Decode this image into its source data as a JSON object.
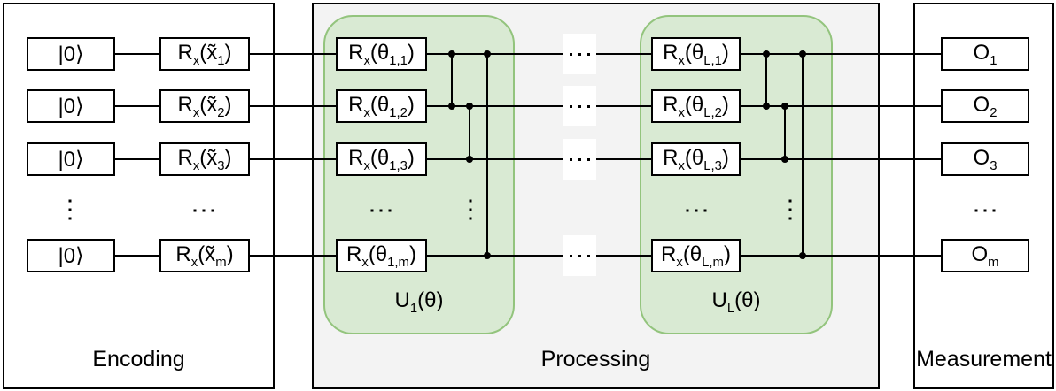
{
  "sections": {
    "encoding": {
      "label": "Encoding"
    },
    "processing": {
      "label": "Processing"
    },
    "measurement": {
      "label": "Measurement"
    }
  },
  "layers": {
    "u1": {
      "label": [
        {
          "t": "U"
        },
        {
          "t": "1",
          "sub": true
        },
        {
          "t": "(θ)"
        }
      ]
    },
    "uL": {
      "label": [
        {
          "t": "U"
        },
        {
          "t": "L",
          "sub": true
        },
        {
          "t": "(θ)"
        }
      ]
    }
  },
  "wires": [
    {
      "ket": "|0⟩",
      "enc_gate": [
        {
          "t": "R"
        },
        {
          "t": "x",
          "sub": true
        },
        {
          "t": "(x̃"
        },
        {
          "t": "1",
          "sub": true
        },
        {
          "t": ")"
        }
      ],
      "u1_gate": [
        {
          "t": "R"
        },
        {
          "t": "x",
          "sub": true
        },
        {
          "t": "(θ"
        },
        {
          "t": "1,1",
          "sub": true
        },
        {
          "t": ")"
        }
      ],
      "uL_gate": [
        {
          "t": "R"
        },
        {
          "t": "x",
          "sub": true
        },
        {
          "t": "(θ"
        },
        {
          "t": "L,1",
          "sub": true
        },
        {
          "t": ")"
        }
      ],
      "obs": [
        {
          "t": "O"
        },
        {
          "t": "1",
          "sub": true
        }
      ]
    },
    {
      "ket": "|0⟩",
      "enc_gate": [
        {
          "t": "R"
        },
        {
          "t": "x",
          "sub": true
        },
        {
          "t": "(x̃"
        },
        {
          "t": "2",
          "sub": true
        },
        {
          "t": ")"
        }
      ],
      "u1_gate": [
        {
          "t": "R"
        },
        {
          "t": "x",
          "sub": true
        },
        {
          "t": "(θ"
        },
        {
          "t": "1,2",
          "sub": true
        },
        {
          "t": ")"
        }
      ],
      "uL_gate": [
        {
          "t": "R"
        },
        {
          "t": "x",
          "sub": true
        },
        {
          "t": "(θ"
        },
        {
          "t": "L,2",
          "sub": true
        },
        {
          "t": ")"
        }
      ],
      "obs": [
        {
          "t": "O"
        },
        {
          "t": "2",
          "sub": true
        }
      ]
    },
    {
      "ket": "|0⟩",
      "enc_gate": [
        {
          "t": "R"
        },
        {
          "t": "x",
          "sub": true
        },
        {
          "t": "(x̃"
        },
        {
          "t": "3",
          "sub": true
        },
        {
          "t": ")"
        }
      ],
      "u1_gate": [
        {
          "t": "R"
        },
        {
          "t": "x",
          "sub": true
        },
        {
          "t": "(θ"
        },
        {
          "t": "1,3",
          "sub": true
        },
        {
          "t": ")"
        }
      ],
      "uL_gate": [
        {
          "t": "R"
        },
        {
          "t": "x",
          "sub": true
        },
        {
          "t": "(θ"
        },
        {
          "t": "L,3",
          "sub": true
        },
        {
          "t": ")"
        }
      ],
      "obs": [
        {
          "t": "O"
        },
        {
          "t": "3",
          "sub": true
        }
      ]
    },
    {
      "ket": "|0⟩",
      "enc_gate": [
        {
          "t": "R"
        },
        {
          "t": "x",
          "sub": true
        },
        {
          "t": "(x̃"
        },
        {
          "t": "m",
          "sub": true
        },
        {
          "t": ")"
        }
      ],
      "u1_gate": [
        {
          "t": "R"
        },
        {
          "t": "x",
          "sub": true
        },
        {
          "t": "(θ"
        },
        {
          "t": "1,m",
          "sub": true
        },
        {
          "t": ")"
        }
      ],
      "uL_gate": [
        {
          "t": "R"
        },
        {
          "t": "x",
          "sub": true
        },
        {
          "t": "(θ"
        },
        {
          "t": "L,m",
          "sub": true
        },
        {
          "t": ")"
        }
      ],
      "obs": [
        {
          "t": "O"
        },
        {
          "t": "m",
          "sub": true
        }
      ]
    }
  ],
  "ellipsis": {
    "h": "...",
    "v": "⋮"
  },
  "colors": {
    "layer_fill": "#d9ead3",
    "layer_border": "#93c47d",
    "processing_fill": "#f3f3f3",
    "line": "#000000",
    "gate_fill": "#ffffff",
    "text": "#000000"
  }
}
